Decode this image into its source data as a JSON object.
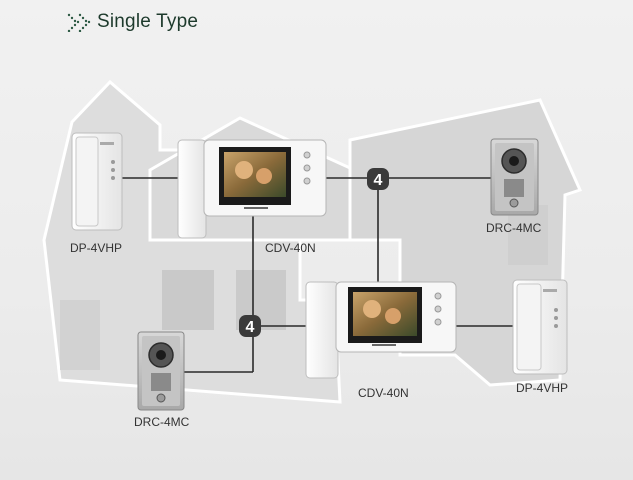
{
  "header": {
    "title": "Single Type",
    "chevron_icon": "double-chevron-right-icon"
  },
  "nodes": {
    "handset_left": "DP-4VHP",
    "monitor_top": "CDV-40N",
    "door_right": "DRC-4MC",
    "monitor_bottom": "CDV-40N",
    "door_left": "DRC-4MC",
    "handset_right": "DP-4VHP"
  },
  "wire_badges": {
    "top": "4",
    "bottom": "4"
  },
  "colors": {
    "wire": "#2a2a2a",
    "house_fill": "#dcdcdc",
    "house_outline": "#ffffff",
    "badge": "#3a3a3a",
    "title": "#1d3a2c"
  }
}
